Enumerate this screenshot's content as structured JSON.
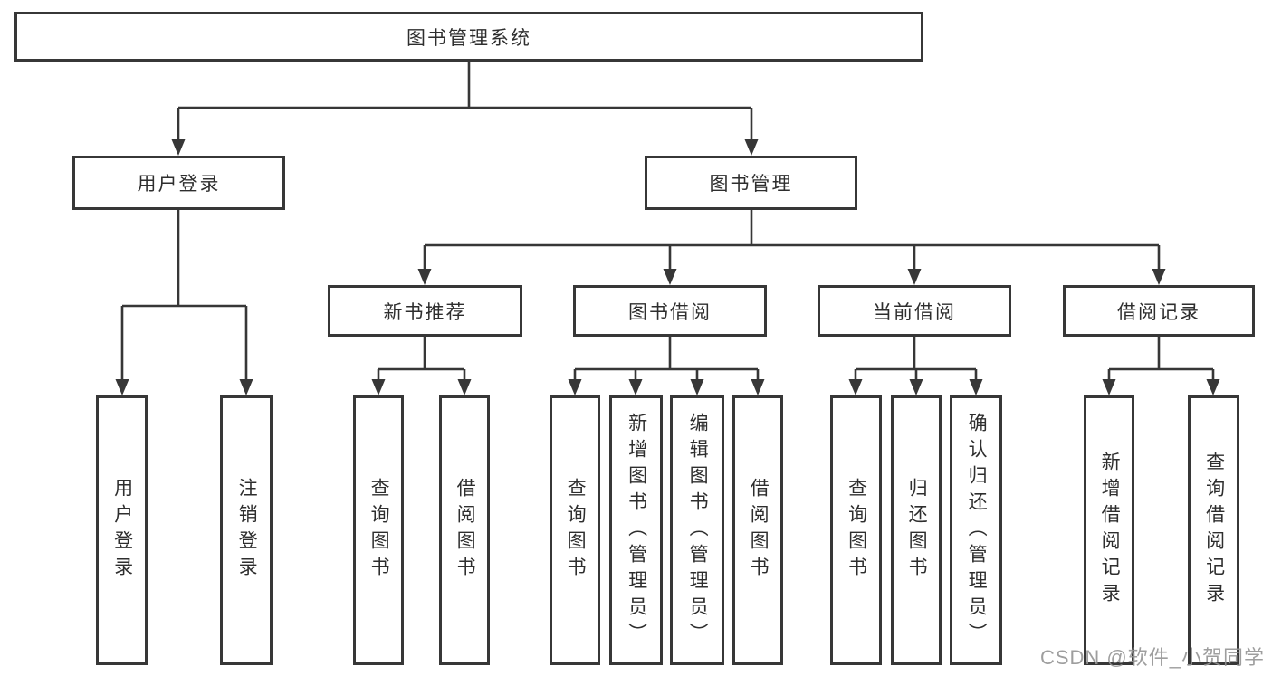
{
  "tree": {
    "root": "图书管理系统",
    "branches": [
      {
        "label": "用户登录",
        "children": [
          "用户登录",
          "注销登录"
        ]
      },
      {
        "label": "图书管理",
        "children": [
          {
            "label": "新书推荐",
            "children": [
              "查询图书",
              "借阅图书"
            ]
          },
          {
            "label": "图书借阅",
            "children": [
              "查询图书",
              "新增图书（管理员）",
              "编辑图书（管理员）",
              "借阅图书"
            ]
          },
          {
            "label": "当前借阅",
            "children": [
              "查询图书",
              "归还图书",
              "确认归还（管理员）"
            ]
          },
          {
            "label": "借阅记录",
            "children": [
              "新增借阅记录",
              "查询借阅记录"
            ]
          }
        ]
      }
    ]
  },
  "watermark": "CSDN @软件_小贺同学",
  "colors": {
    "line": "#373737",
    "text": "#2e2e2e",
    "watermark": "#949494",
    "background": "#ffffff"
  }
}
